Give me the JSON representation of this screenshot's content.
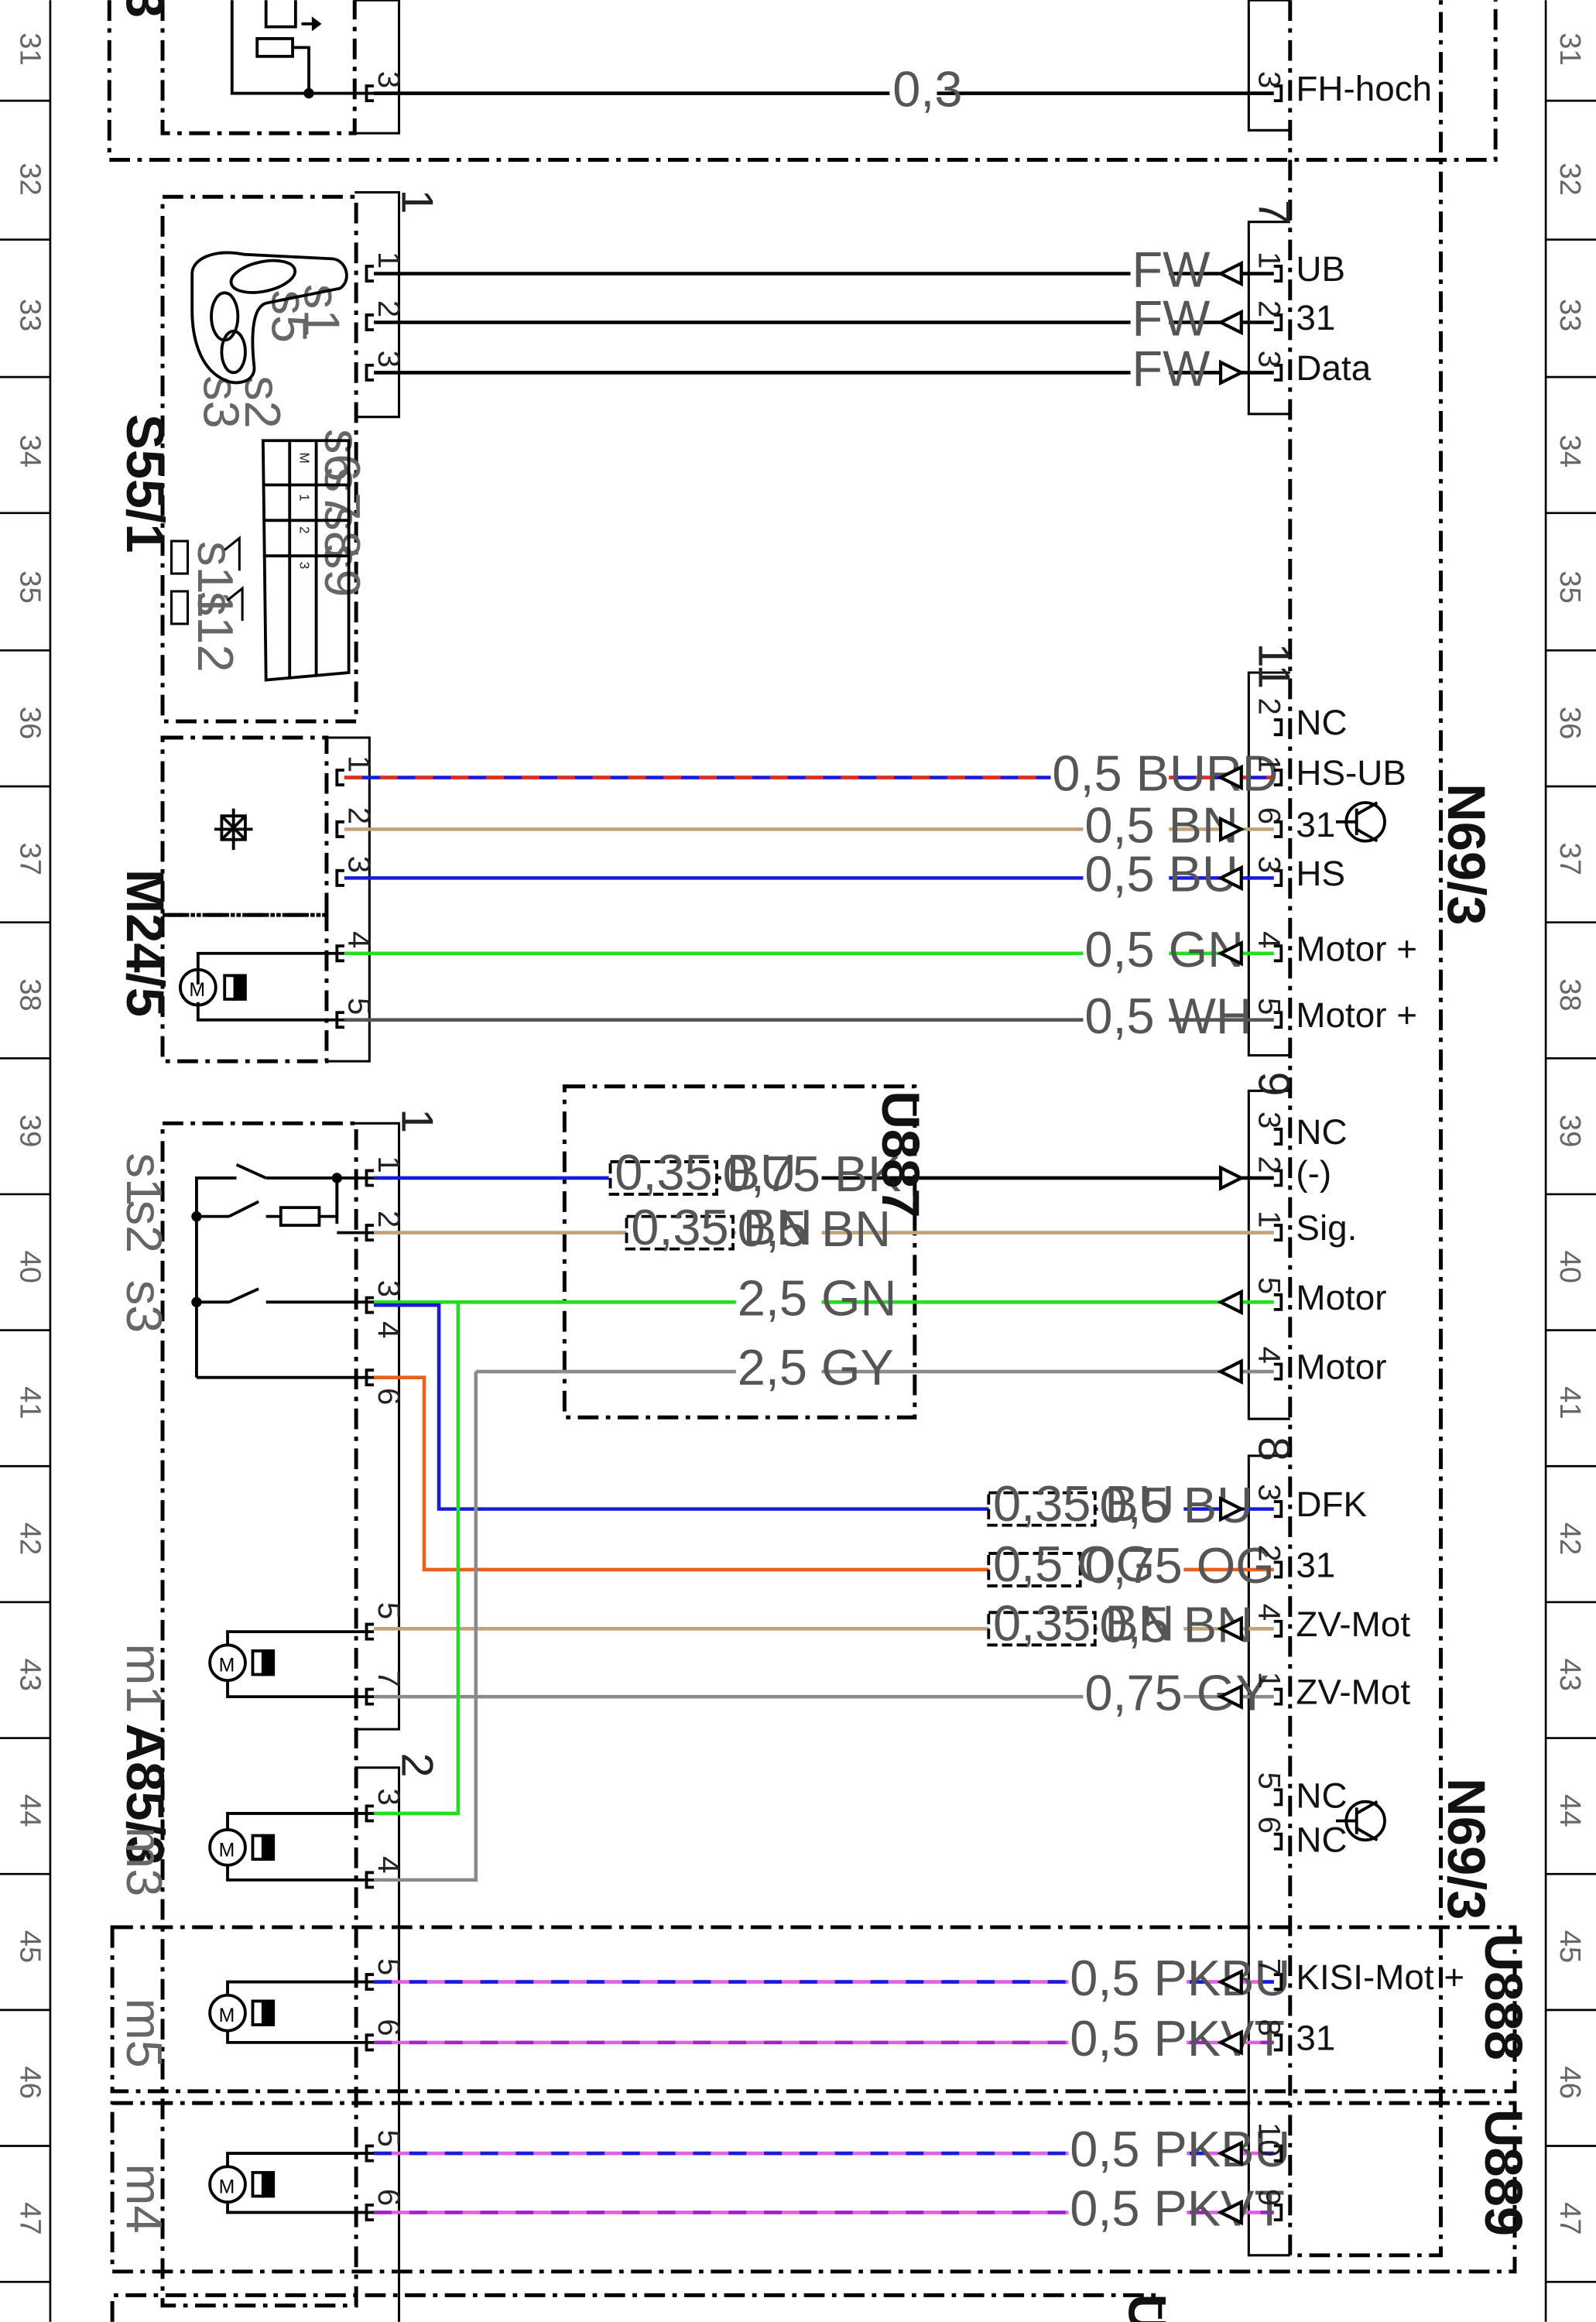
{
  "rail_numbers": [
    "31",
    "32",
    "33",
    "34",
    "35",
    "36",
    "37",
    "38",
    "39",
    "40",
    "41",
    "42",
    "43",
    "44",
    "45",
    "46",
    "47"
  ],
  "components": {
    "s55": "S55/1",
    "m24": "M24/5",
    "a85": "A85/3",
    "n69_top": "N69/3",
    "n69_bottom": "N69/3",
    "u887": "U887",
    "u888": "U888",
    "u889": "U889",
    "top_partial": "3",
    "bottom_partial": "U"
  },
  "sub_labels": {
    "s1": "s1",
    "s2": "s2",
    "s3": "s3",
    "s5": "s5",
    "s6": "s6",
    "s7": "s7",
    "s8": "s8",
    "s9": "s9",
    "s11": "s11",
    "s12": "s12",
    "left_s1": "s1",
    "left_s2": "s2",
    "left_s3": "s3",
    "m1": "m1",
    "m3": "m3",
    "m4": "m4",
    "m5": "m5",
    "seat_m": "M",
    "seat_1": "1",
    "seat_2": "2",
    "seat_3": "3"
  },
  "connector_numbers": {
    "s55": "1",
    "a85_1": "1",
    "a85_2": "2",
    "n69_7": "7",
    "n69_11": "11",
    "n69_9": "9",
    "n69_8": "8"
  },
  "wires": [
    {
      "id": "w1",
      "left_pin": "3",
      "label": "0,3",
      "right_pin": "3",
      "signal": "FH-hoch",
      "colors": [
        "#000000"
      ]
    },
    {
      "id": "w2",
      "left_pin": "1",
      "label": "FW",
      "right_pin": "1",
      "signal": "UB",
      "colors": [
        "#000000"
      ]
    },
    {
      "id": "w3",
      "left_pin": "2",
      "label": "FW",
      "right_pin": "2",
      "signal": "31",
      "colors": [
        "#000000"
      ]
    },
    {
      "id": "w4",
      "left_pin": "3",
      "label": "FW",
      "right_pin": "3",
      "signal": "Data",
      "colors": [
        "#000000"
      ]
    },
    {
      "id": "w5",
      "left_pin": "",
      "label": "",
      "right_pin": "2",
      "signal": "NC",
      "colors": []
    },
    {
      "id": "w6",
      "left_pin": "1",
      "label": "0,5 BURD",
      "right_pin": "1",
      "signal": "HS-UB",
      "colors": [
        "#1a1adb",
        "#e0301e"
      ]
    },
    {
      "id": "w7",
      "left_pin": "2",
      "label": "0,5 BN",
      "right_pin": "6",
      "signal": "31",
      "colors": [
        "#c2a27a"
      ]
    },
    {
      "id": "w8",
      "left_pin": "3",
      "label": "0,5 BU",
      "right_pin": "3",
      "signal": "HS",
      "colors": [
        "#1a1adb"
      ]
    },
    {
      "id": "w9",
      "left_pin": "4",
      "label": "0,5 GN",
      "right_pin": "4",
      "signal": "Motor +",
      "colors": [
        "#22dd22"
      ]
    },
    {
      "id": "w10",
      "left_pin": "5",
      "label": "0,5 WH",
      "right_pin": "5",
      "signal": "Motor +",
      "colors": [
        "#555555"
      ]
    },
    {
      "id": "w11",
      "left_pin": "",
      "label": "",
      "right_pin": "3",
      "signal": "NC",
      "colors": []
    },
    {
      "id": "w12",
      "left_pin": "1",
      "label_inner": "0,35 BU",
      "label": "0,75 BK",
      "right_pin": "2",
      "signal": "(-)",
      "colors": [
        "#1a1adb",
        "#000000"
      ]
    },
    {
      "id": "w13",
      "left_pin": "2",
      "label_inner": "0,35 BN",
      "label": "0,5 BN",
      "right_pin": "1",
      "signal": "Sig.",
      "colors": [
        "#c2a27a"
      ]
    },
    {
      "id": "w14",
      "left_pin": "3",
      "label": "2,5 GN",
      "right_pin": "5",
      "signal": "Motor",
      "colors": [
        "#22dd22"
      ]
    },
    {
      "id": "w15",
      "left_pin": "4",
      "label": "2,5 GY",
      "right_pin": "4",
      "signal": "Motor",
      "colors": [
        "#8a8a8a"
      ]
    },
    {
      "id": "w16",
      "left_pin": "3",
      "label_inner": "0,35 BU",
      "label": "0,5 BU",
      "right_pin": "3",
      "signal": "DFK",
      "colors": [
        "#1a1adb"
      ]
    },
    {
      "id": "w17",
      "left_pin": "6",
      "label_inner": "0,5 OG",
      "label": "0,75 OG",
      "right_pin": "2",
      "signal": "31",
      "colors": [
        "#e8601c"
      ]
    },
    {
      "id": "w18",
      "left_pin": "5",
      "label_inner": "0,35 BN",
      "label": "0,5 BN",
      "right_pin": "4",
      "signal": "ZV-Mot",
      "colors": [
        "#c2a27a"
      ]
    },
    {
      "id": "w19",
      "left_pin": "7",
      "label": "0,75 GY",
      "right_pin": "1",
      "signal": "ZV-Mot",
      "colors": [
        "#8a8a8a"
      ]
    },
    {
      "id": "w20",
      "left_pin": "",
      "label": "",
      "right_pin": "5",
      "signal": "NC",
      "colors": []
    },
    {
      "id": "w21",
      "left_pin": "",
      "label": "",
      "right_pin": "6",
      "signal": "NC",
      "colors": []
    },
    {
      "id": "w22",
      "left_pin": "5",
      "label": "0,5 PKBU",
      "right_pin": "7",
      "signal": "KISI-Mot +",
      "colors": [
        "#e060e0",
        "#1a1adb"
      ]
    },
    {
      "id": "w23",
      "left_pin": "6",
      "label": "0,5 PKVT",
      "right_pin": "8",
      "signal": "31",
      "colors": [
        "#e060e0",
        "#a020d0"
      ]
    },
    {
      "id": "w24",
      "left_pin": "5",
      "label": "0,5 PKBU",
      "right_pin": "10",
      "signal": "",
      "colors": [
        "#e060e0",
        "#1a1adb"
      ]
    },
    {
      "id": "w25",
      "left_pin": "6",
      "label": "0,5 PKVT",
      "right_pin": "9",
      "signal": "",
      "colors": [
        "#e060e0",
        "#a020d0"
      ]
    },
    {
      "id": "w26",
      "left_pin": "3",
      "label": "",
      "right_pin": "",
      "signal": "",
      "colors": [
        "#22dd22"
      ]
    },
    {
      "id": "w27",
      "left_pin": "4",
      "label": "",
      "right_pin": "",
      "signal": "",
      "colors": [
        "#8a8a8a"
      ]
    }
  ]
}
